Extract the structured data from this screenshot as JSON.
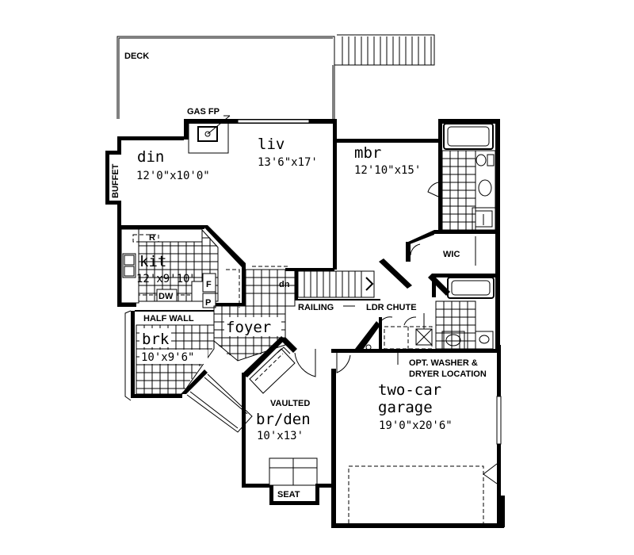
{
  "labels": {
    "deck": "DECK",
    "gas_fp": "GAS FP",
    "buffet": "BUFFET",
    "din": "din",
    "din_size": "12'0\"x10'0\"",
    "liv": "liv",
    "liv_size": "13'6\"x17'",
    "mbr": "mbr",
    "mbr_size": "12'10\"x15'",
    "wic": "WIC",
    "kit": "kit",
    "kit_size": "12'x9'10\"",
    "r": "R",
    "f": "F",
    "p": "P",
    "dw": "DW",
    "dn": "dn",
    "half_wall": "HALF WALL",
    "foyer": "foyer",
    "railing": "RAILING",
    "ldr_chute": "LDR CHUTE",
    "brk": "brk",
    "brk_size": "10'x9'6\"",
    "opt_washer": "OPT. WASHER &",
    "dryer_location": "DRYER LOCATION",
    "vaulted": "VAULTED",
    "br_den": "br/den",
    "br_den_size": "10'x13'",
    "two_car": "two-car",
    "garage": "garage",
    "garage_size": "19'0\"x20'6\"",
    "seat": "SEAT"
  }
}
